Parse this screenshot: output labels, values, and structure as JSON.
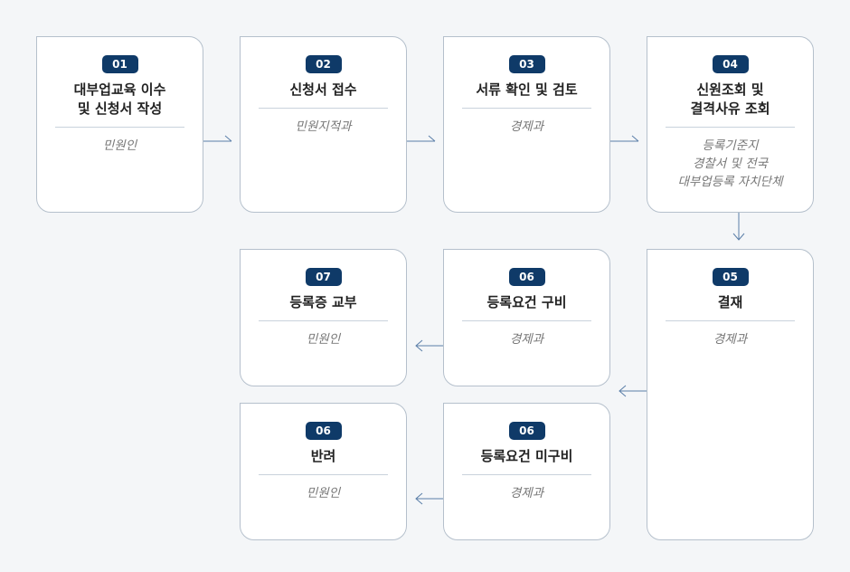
{
  "steps": [
    {
      "num": "01",
      "title": "대부업교육 이수\n및 신청서 작성",
      "sub": "민원인"
    },
    {
      "num": "02",
      "title": "신청서 접수",
      "sub": "민원지적과"
    },
    {
      "num": "03",
      "title": "서류 확인 및 검토",
      "sub": "경제과"
    },
    {
      "num": "04",
      "title": "신원조회 및\n결격사유 조회",
      "sub": "등록기준지\n경찰서 및 전국\n대부업등록 자치단체"
    },
    {
      "num": "05",
      "title": "결재",
      "sub": "경제과"
    },
    {
      "num": "06",
      "title": "등록요건 구비",
      "sub": "경제과"
    },
    {
      "num": "07",
      "title": "등록증 교부",
      "sub": "민원인"
    },
    {
      "num": "06",
      "title": "등록요건 미구비",
      "sub": "경제과"
    },
    {
      "num": "06",
      "title": "반려",
      "sub": "민원인"
    }
  ],
  "colors": {
    "badge": "#0f3a68",
    "border": "#b5c0cc",
    "arrow": "#5a7ea8"
  }
}
